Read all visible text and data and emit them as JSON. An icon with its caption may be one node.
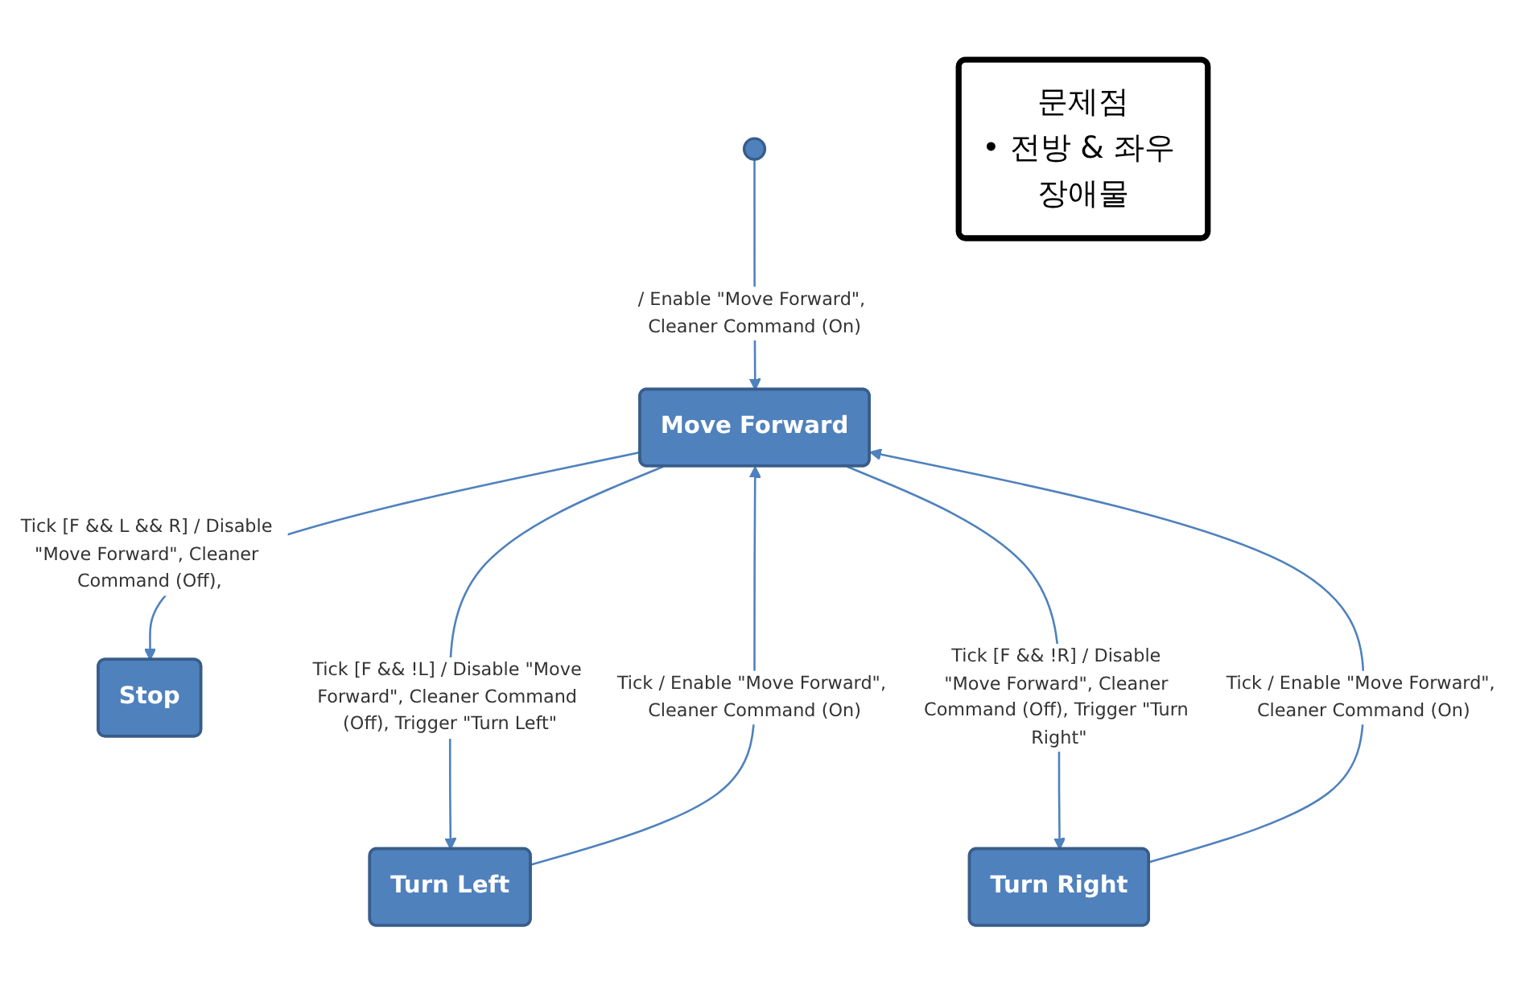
{
  "diagram": {
    "nodes": [
      {
        "text": [],
        "shape": "circle"
      },
      {
        "text": [
          "Move Forward"
        ]
      },
      {
        "text": [
          "Turn Left"
        ]
      },
      {
        "text": [
          "Turn Right"
        ]
      },
      {
        "text": [
          "Stop"
        ]
      },
      {
        "text": [
          "문제점",
          "• 전방 & 좌우 장애물"
        ]
      }
    ],
    "edges": [
      {
        "from": 0,
        "to": 1,
        "arrow": "to",
        "label": "/ Enable \"Move Forward\", Cleaner Command (On)"
      },
      {
        "from": 1,
        "to": 2,
        "arrow": "to",
        "label": "Tick [F && !L] / Disable \"Move Forward\", Cleaner Command (Off), Trigger \"Turn Left\""
      },
      {
        "from": 2,
        "to": 1,
        "arrow": "to",
        "label": "Tick / Enable \"Move Forward\", Cleaner Command (On)"
      },
      {
        "from": 3,
        "to": 1,
        "arrow": "to",
        "label": "Tick / Enable \"Move Forward\", Cleaner Command (On)"
      },
      {
        "from": 1,
        "to": 3,
        "arrow": "to",
        "label": "Tick [F && !R] / Disable \"Move Forward\", Cleaner Command (Off), Trigger \"Turn Right\""
      },
      {
        "from": 1,
        "to": 4,
        "arrow": "to",
        "label": "Tick [F && L && R] / Disable \"Move Forward\", Cleaner Command (Off),"
      }
    ]
  }
}
